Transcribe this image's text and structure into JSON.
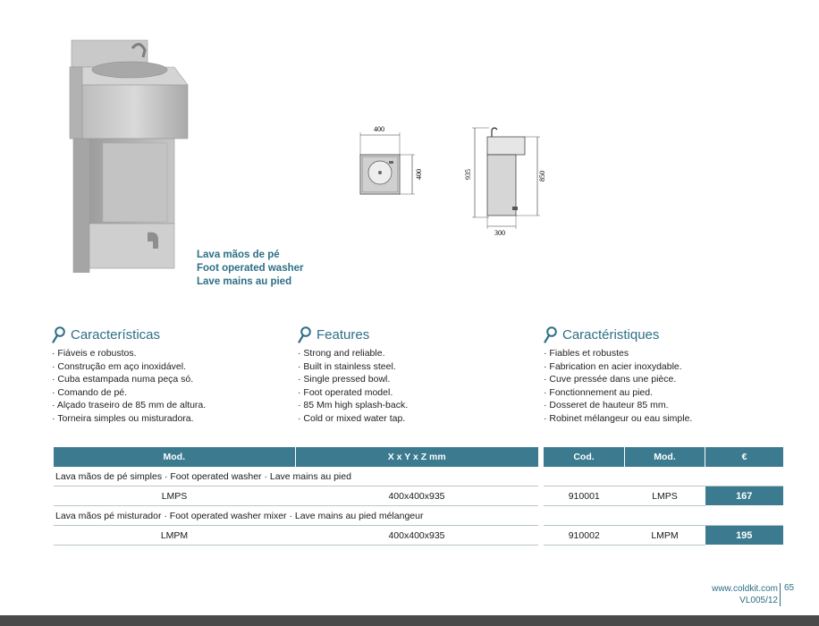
{
  "product": {
    "name_pt": "Lava mãos de pé",
    "name_en": "Foot operated washer",
    "name_fr": "Lave mains au pied"
  },
  "drawing": {
    "top_width": "400",
    "top_depth": "400",
    "side_height": "935",
    "side_depth": "300",
    "side_inner_height": "850"
  },
  "features": [
    {
      "title": "Características",
      "items": [
        "Fiáveis e robustos.",
        "Construção em aço inoxidável.",
        "Cuba estampada numa peça só.",
        "Comando de pé.",
        "Alçado traseiro de 85 mm de altura.",
        "Torneira simples ou misturadora."
      ]
    },
    {
      "title": "Features",
      "items": [
        "Strong and reliable.",
        "Built in stainless steel.",
        "Single pressed bowl.",
        "Foot operated model.",
        "85 Mm high splash-back.",
        "Cold or mixed water tap."
      ]
    },
    {
      "title": "Caractéristiques",
      "items": [
        "Fiables et robustes",
        "Fabrication en acier inoxydable.",
        "Cuve pressée dans une pièce.",
        "Fonctionnement au pied.",
        "Dosseret de hauteur 85 mm.",
        "Robinet mélangeur ou eau simple."
      ]
    }
  ],
  "spec_table": {
    "headers": [
      "Mod.",
      "X x Y x Z mm"
    ],
    "groups": [
      {
        "description": "Lava mãos de pé simples · Foot operated washer · Lave mains au pied",
        "model": "LMPS",
        "dims": "400x400x935"
      },
      {
        "description": "Lava mãos pé misturador · Foot operated washer mixer · Lave mains au pied mélangeur",
        "model": "LMPM",
        "dims": "400x400x935"
      }
    ]
  },
  "price_table": {
    "headers": [
      "Cod.",
      "Mod.",
      "€"
    ],
    "rows": [
      {
        "code": "910001",
        "model": "LMPS",
        "price": "167"
      },
      {
        "code": "910002",
        "model": "LMPM",
        "price": "195"
      }
    ]
  },
  "footer": {
    "url": "www.coldkit.com",
    "ref": "VL005/12",
    "page": "65"
  },
  "colors": {
    "accent": "#3b7a8f",
    "text_accent": "#2d6f86"
  }
}
